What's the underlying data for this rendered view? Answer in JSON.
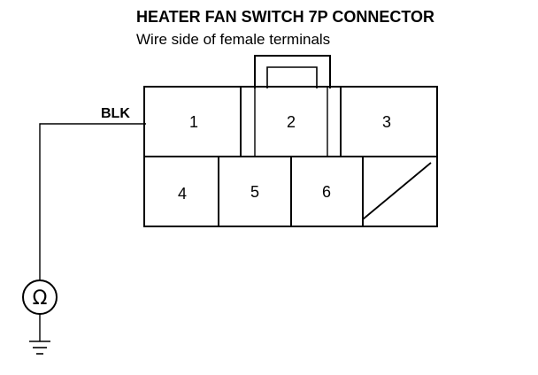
{
  "title": "HEATER FAN SWITCH 7P CONNECTOR",
  "subtitle": "Wire side of female terminals",
  "terminals": [
    "1",
    "2",
    "3",
    "4",
    "5",
    "6"
  ],
  "wire_label": "BLK",
  "meter_symbol": "Ω",
  "icons": {
    "meter": "ohmmeter-icon",
    "ground": "ground-icon",
    "blank_cavity": "blank-cavity-icon"
  }
}
